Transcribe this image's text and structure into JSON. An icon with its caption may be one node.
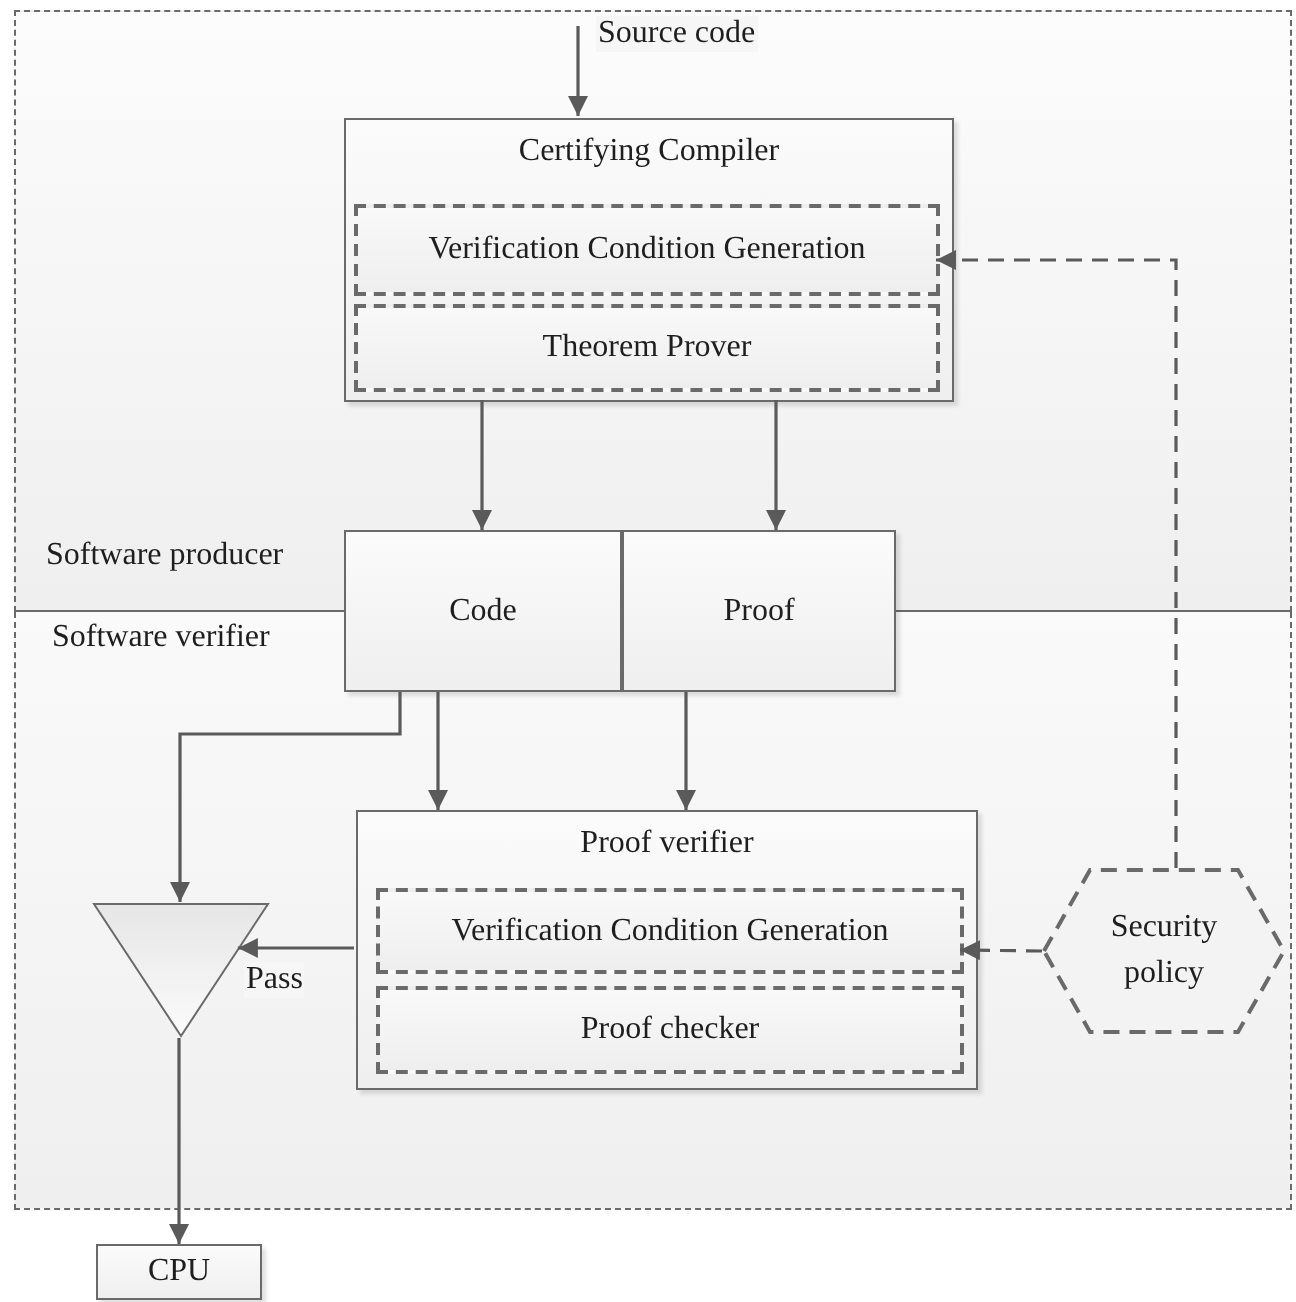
{
  "diagram": {
    "nodes": [
      {
        "text": [
          "Software producer"
        ]
      },
      {
        "text": [
          "Certifying Compiler"
        ],
        "in": 0
      },
      {
        "text": [
          "Verification Condition Generation"
        ],
        "in": 1
      },
      {
        "text": [
          "Theorem Prover"
        ],
        "in": 1
      },
      {
        "text": [
          "Code"
        ]
      },
      {
        "text": [
          "Proof"
        ]
      },
      {
        "text": [
          "Software verifier"
        ]
      },
      {
        "text": [
          "Proof verifier"
        ],
        "in": 6
      },
      {
        "text": [
          "Verification Condition Generation"
        ],
        "in": 7
      },
      {
        "text": [
          "Proof checker"
        ],
        "in": 7
      },
      {
        "text": [
          "Security policy"
        ],
        "in": 6
      },
      {
        "text": [],
        "shape": "triangle",
        "in": 6
      },
      {
        "text": [
          "CPU"
        ]
      }
    ],
    "edges": [
      {
        "from": null,
        "to": 1,
        "arrow": "to",
        "label": "Source code"
      },
      {
        "from": 1,
        "to": 4,
        "arrow": "to"
      },
      {
        "from": 1,
        "to": 5,
        "arrow": "to"
      },
      {
        "from": 10,
        "to": 2,
        "arrow": "to",
        "style": "dashed"
      },
      {
        "from": 4,
        "to": 11,
        "arrow": "to"
      },
      {
        "from": 4,
        "to": 7,
        "arrow": "to"
      },
      {
        "from": 5,
        "to": 7,
        "arrow": "to"
      },
      {
        "from": 7,
        "to": 11,
        "arrow": "to",
        "label": "Pass"
      },
      {
        "from": 10,
        "to": 8,
        "arrow": "to",
        "style": "dashed"
      },
      {
        "from": 11,
        "to": 12,
        "arrow": "to"
      }
    ]
  }
}
